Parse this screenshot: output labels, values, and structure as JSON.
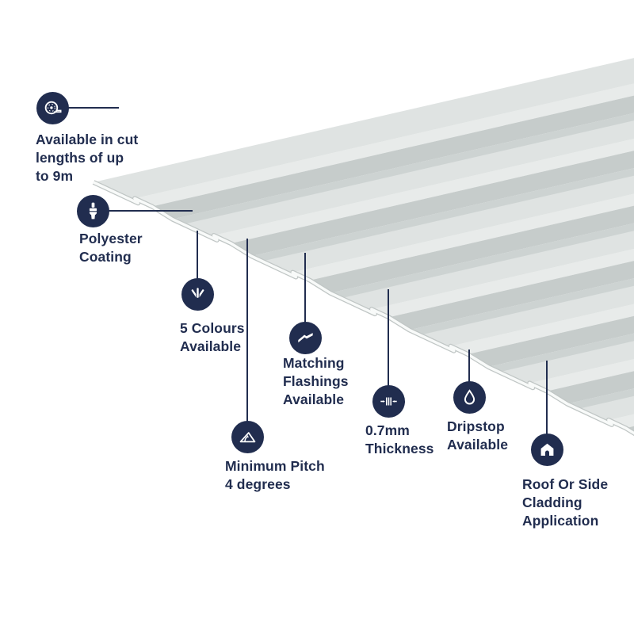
{
  "colors": {
    "navy": "#212d4f",
    "background": "#ffffff",
    "sheet_valley": "#dfe3e2",
    "sheet_rib_top": "#e8ebea",
    "sheet_rib_light": "#f1f3f2",
    "sheet_rib_dark": "#c6cccb",
    "sheet_shadow": "#cdd3d2",
    "sheet_edge": "#f8faf9",
    "sheet_edge_rim": "#c0c6c5"
  },
  "product_image": {
    "description_name": "box-profile-roofing-sheet-render"
  },
  "callouts": [
    {
      "id": "cut-lengths",
      "icon": "tape-measure-icon",
      "label": "Available in cut\nlengths of up\nto 9m"
    },
    {
      "id": "polyester-coating",
      "icon": "paint-brush-icon",
      "label": "Polyester\nCoating"
    },
    {
      "id": "five-colours",
      "icon": "colour-swatches-icon",
      "label": "5 Colours\nAvailable"
    },
    {
      "id": "matching-flashings",
      "icon": "flashing-profile-icon",
      "label": "Matching\nFlashings\nAvailable"
    },
    {
      "id": "thickness",
      "icon": "thickness-gauge-icon",
      "label": "0.7mm\nThickness"
    },
    {
      "id": "dripstop",
      "icon": "water-droplet-icon",
      "label": "Dripstop\nAvailable"
    },
    {
      "id": "minimum-pitch",
      "icon": "pitch-angle-icon",
      "label": "Minimum Pitch\n4 degrees"
    },
    {
      "id": "roof-cladding",
      "icon": "house-icon",
      "label": "Roof Or Side\nCladding\nApplication"
    }
  ]
}
